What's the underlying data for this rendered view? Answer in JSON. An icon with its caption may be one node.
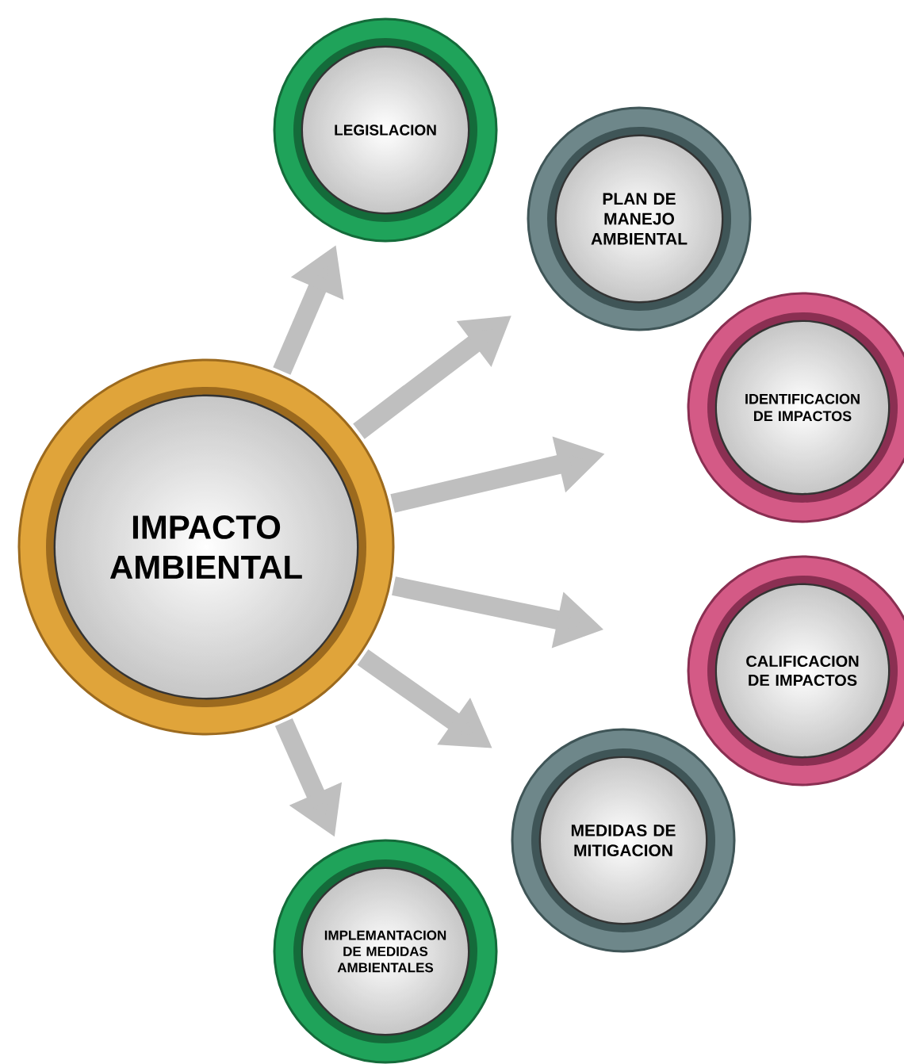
{
  "diagram": {
    "nodes": [
      {
        "text": [
          "IMPACTO AMBIENTAL"
        ]
      },
      {
        "text": [
          "LEGISLACION"
        ]
      },
      {
        "text": [
          "PLAN DE MANEJO AMBIENTAL"
        ]
      },
      {
        "text": [
          "IDENTIFICACION DE IMPACTOS"
        ]
      },
      {
        "text": [
          "CALIFICACION DE IMPACTOS"
        ]
      },
      {
        "text": [
          "MEDIDAS DE MITIGACION"
        ]
      },
      {
        "text": [
          "IMPLEMANTACION DE MEDIDAS AMBIENTALES"
        ]
      }
    ],
    "edges": [
      {
        "from": 0,
        "to": 1,
        "arrow": "to"
      },
      {
        "from": 0,
        "to": 2,
        "arrow": "to"
      },
      {
        "from": 0,
        "to": 3,
        "arrow": "to"
      },
      {
        "from": 0,
        "to": 4,
        "arrow": "to"
      },
      {
        "from": 0,
        "to": 5,
        "arrow": "to"
      },
      {
        "from": 0,
        "to": 6,
        "arrow": "to"
      }
    ]
  }
}
